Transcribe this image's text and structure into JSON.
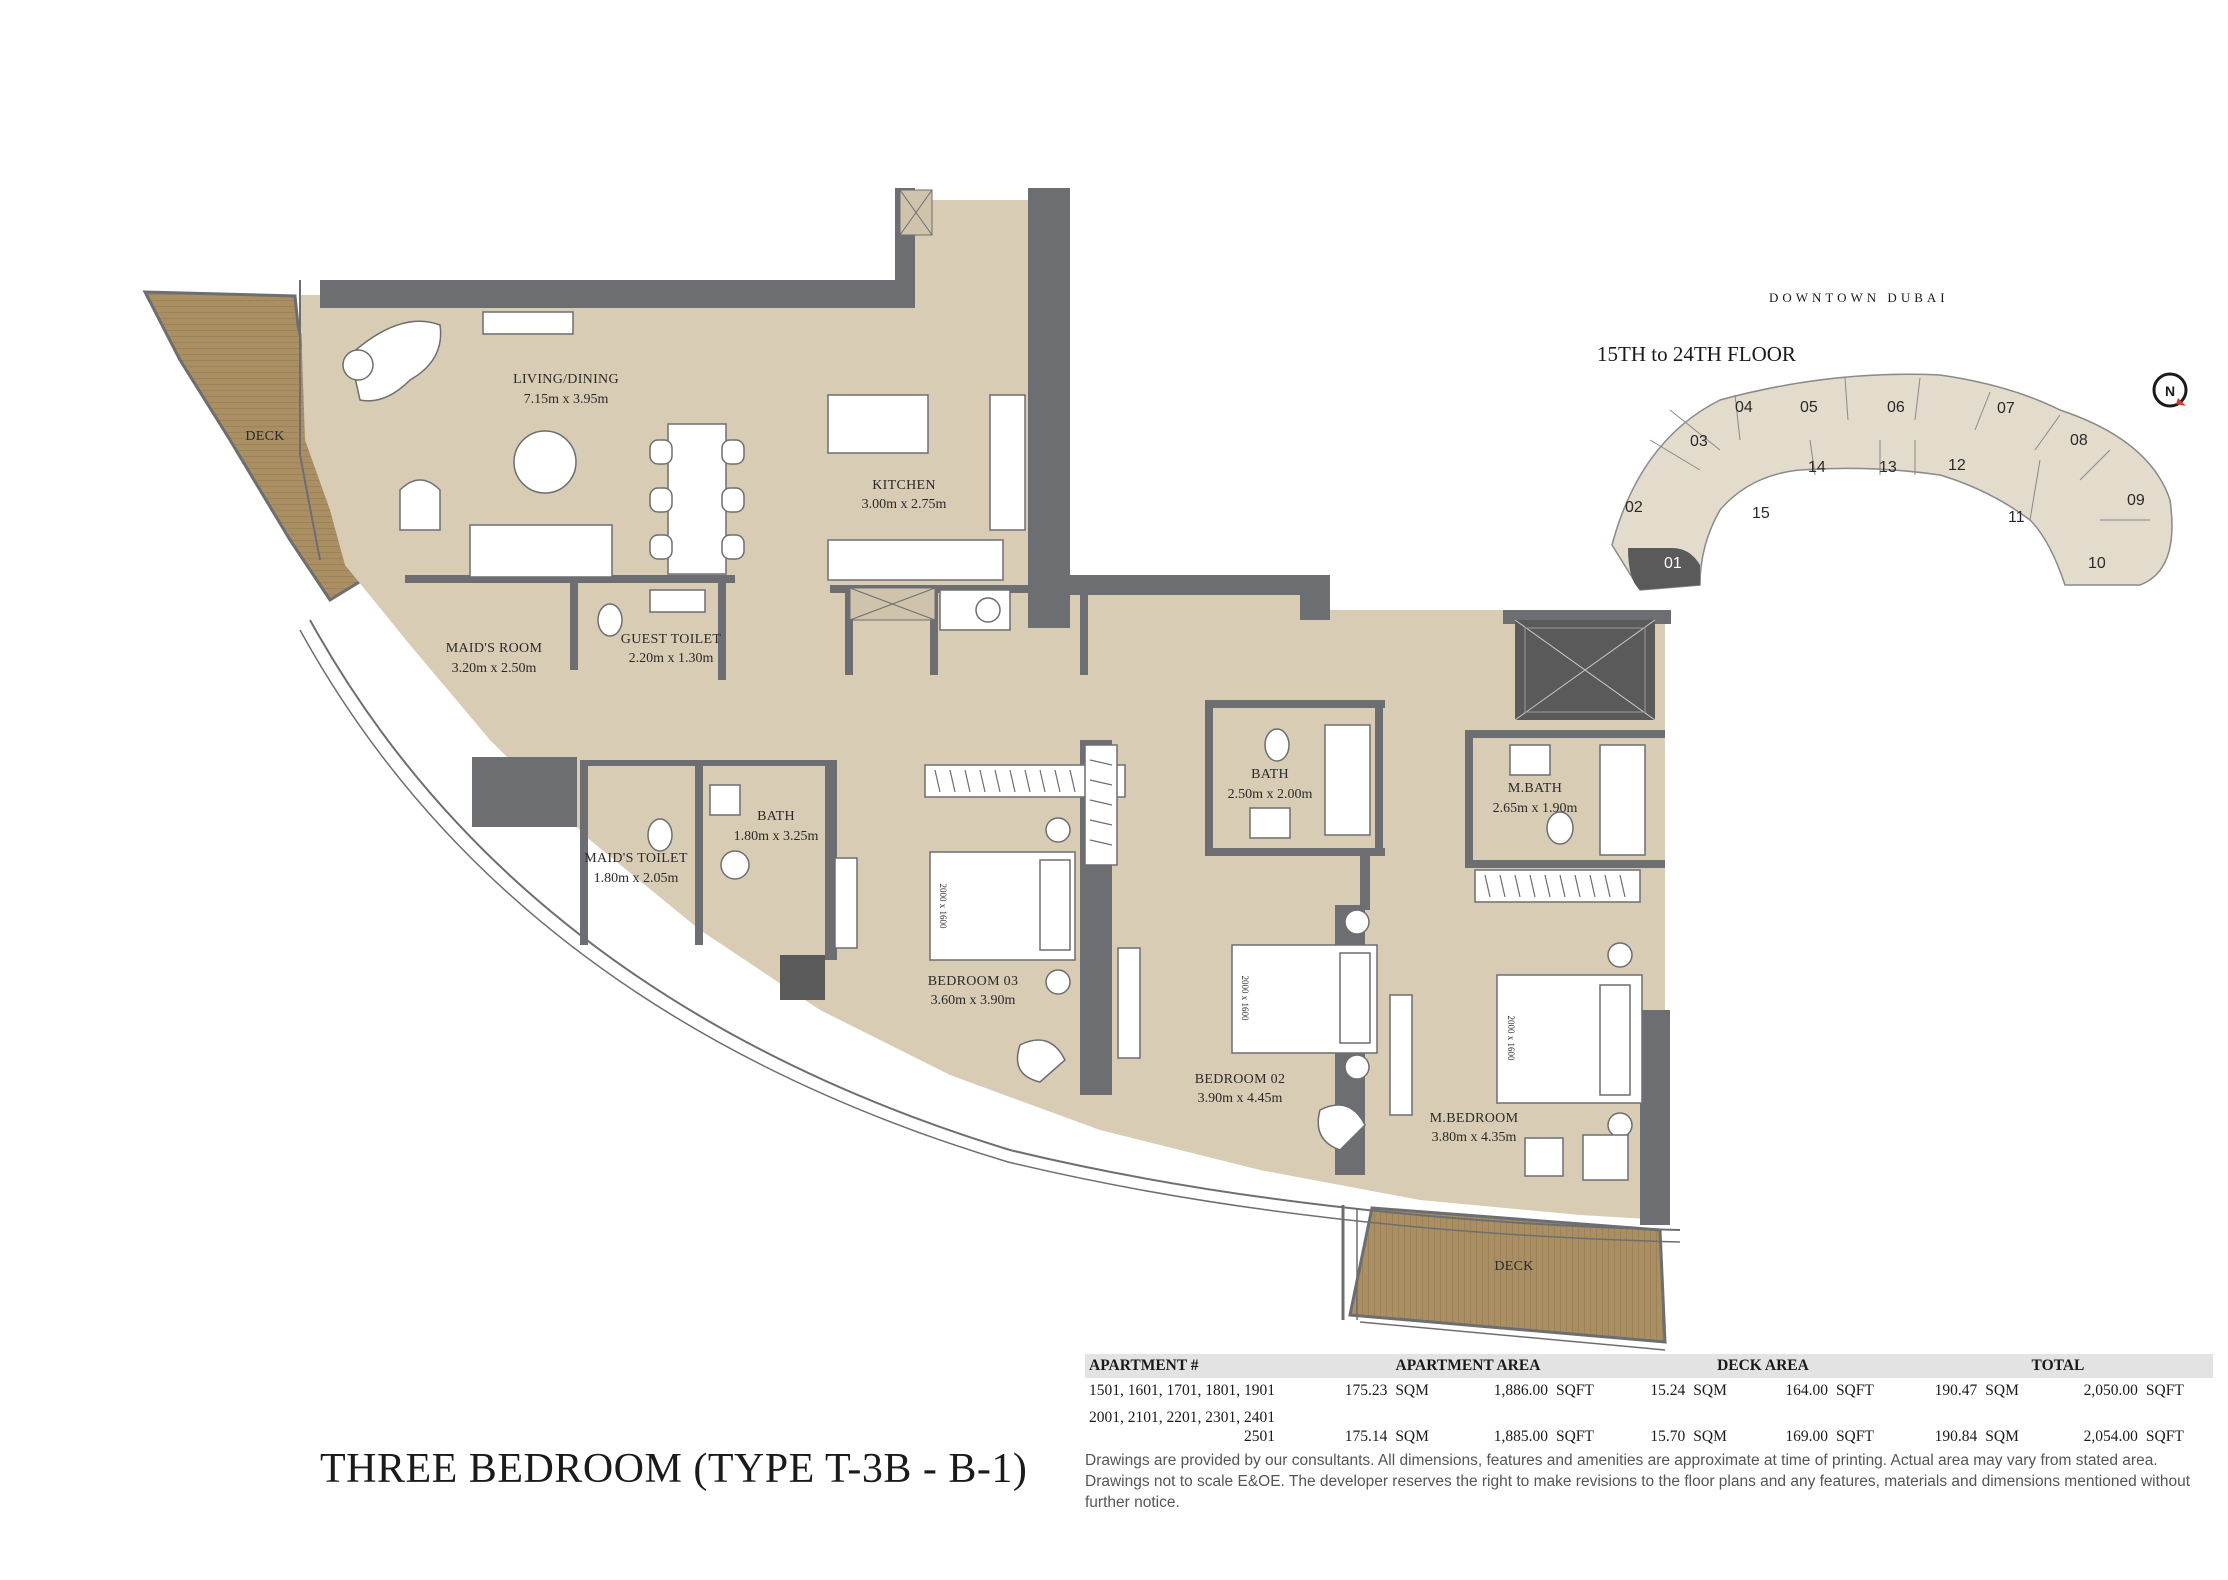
{
  "plan": {
    "title": "THREE BEDROOM (TYPE  T-3B - B-1)",
    "colors": {
      "floor": "#d9ccb4",
      "deck": "#a98f62",
      "wall": "#6d6e71",
      "shaft": "#5a5a5a",
      "furniture": "#ffffff"
    },
    "rooms": [
      {
        "name": "DECK",
        "dims": ""
      },
      {
        "name": "LIVING/DINING",
        "dims": "7.15m x 3.95m"
      },
      {
        "name": "KITCHEN",
        "dims": "3.00m x 2.75m"
      },
      {
        "name": "MAID'S ROOM",
        "dims": "3.20m x 2.50m"
      },
      {
        "name": "GUEST TOILET",
        "dims": "2.20m x 1.30m"
      },
      {
        "name": "BATH",
        "dims": "1.80m x 3.25m"
      },
      {
        "name": "MAID'S TOILET",
        "dims": "1.80m x 2.05m"
      },
      {
        "name": "BEDROOM 03",
        "dims": "3.60m x 3.90m"
      },
      {
        "name": "BATH",
        "dims": "2.50m x 2.00m"
      },
      {
        "name": "BEDROOM 02",
        "dims": "3.90m x 4.45m"
      },
      {
        "name": "M.BATH",
        "dims": "2.65m x 1.90m"
      },
      {
        "name": "M.BEDROOM",
        "dims": "3.80m x 4.35m"
      },
      {
        "name": "DECK",
        "dims": ""
      }
    ],
    "bed_label": "2000 x 1600"
  },
  "keyplan": {
    "city": "DOWNTOWN DUBAI",
    "floors": "15TH to 24TH FLOOR",
    "north": "N",
    "highlight_unit": "01",
    "units": [
      "01",
      "02",
      "03",
      "04",
      "05",
      "06",
      "07",
      "08",
      "09",
      "10",
      "11",
      "12",
      "13",
      "14",
      "15"
    ]
  },
  "areas": {
    "headers": [
      "APARTMENT #",
      "APARTMENT AREA",
      "DECK AREA",
      "TOTAL"
    ],
    "rows": [
      {
        "apartments": "1501, 1601, 1701, 1801, 1901",
        "apt_sqm": "175.23",
        "sqm": "SQM",
        "apt_sqft": "1,886.00",
        "sqft": "SQFT",
        "deck_sqm": "15.24",
        "deck_sqft": "164.00",
        "total_sqm": "190.47",
        "total_sqft": "2,050.00"
      },
      {
        "apartments": "2001, 2101, 2201, 2301, 2401",
        "apartments_b": "2501",
        "apt_sqm": "175.14",
        "sqm": "SQM",
        "apt_sqft": "1,885.00",
        "sqft": "SQFT",
        "deck_sqm": "15.70",
        "deck_sqft": "169.00",
        "total_sqm": "190.84",
        "total_sqft": "2,054.00"
      }
    ]
  },
  "disclaimer": "Drawings are provided by our consultants. All dimensions, features and amenities are approximate at time of printing. Actual area may vary from stated area. Drawings not to scale E&OE. The developer reserves the right to make revisions to the floor plans and any features, materials and dimensions mentioned without further notice."
}
